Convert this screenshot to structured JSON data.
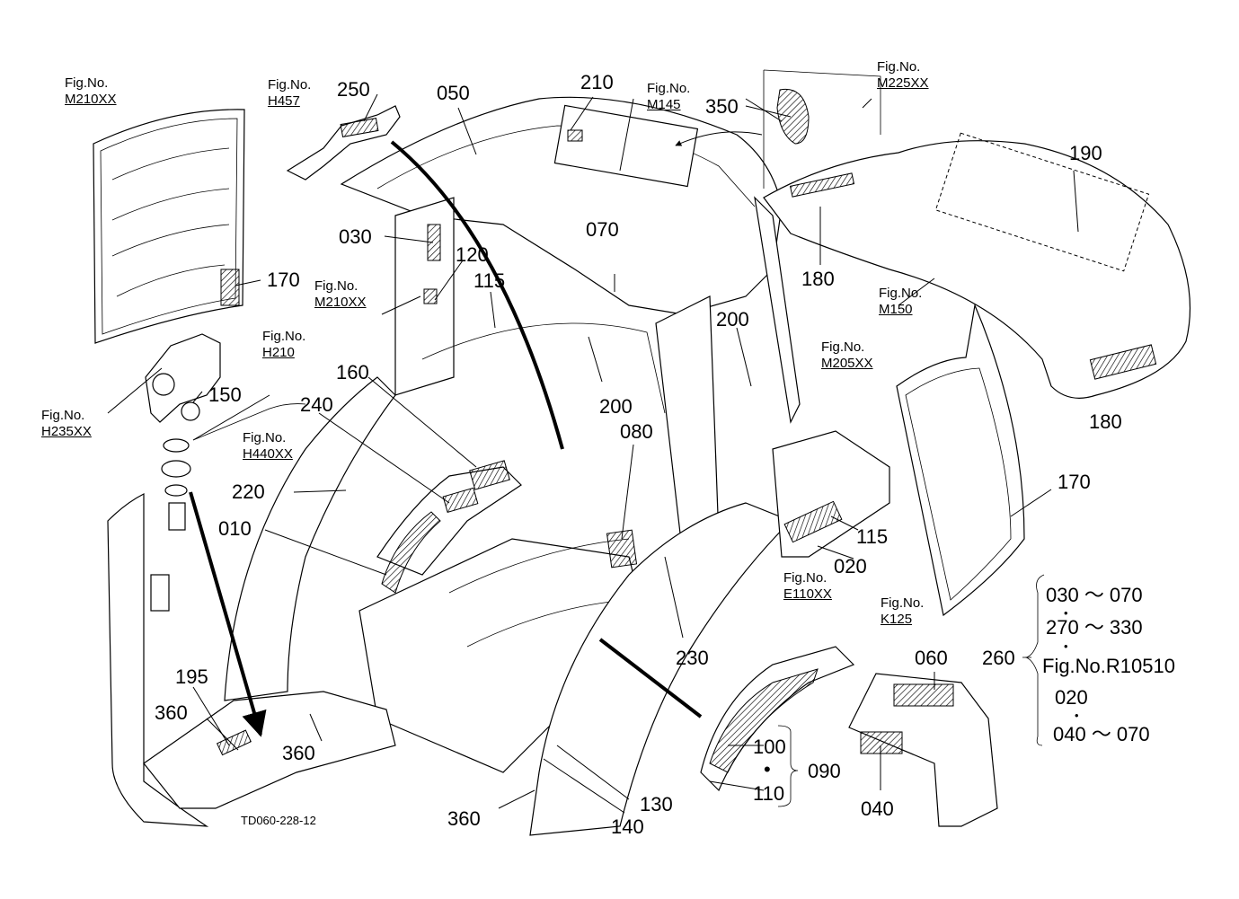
{
  "drawing_code": "TD060-228-12",
  "callouts": {
    "c010": "010",
    "c020": "020",
    "c030": "030",
    "c040": "040",
    "c050": "050",
    "c060": "060",
    "c070": "070",
    "c080": "080",
    "c090": "090",
    "c100": "100",
    "c110": "110",
    "c115a": "115",
    "c115b": "115",
    "c120": "120",
    "c130": "130",
    "c140": "140",
    "c150": "150",
    "c160": "160",
    "c170a": "170",
    "c170b": "170",
    "c180a": "180",
    "c180b": "180",
    "c190": "190",
    "c195": "195",
    "c200a": "200",
    "c200b": "200",
    "c210": "210",
    "c220": "220",
    "c230": "230",
    "c240": "240",
    "c250": "250",
    "c260": "260",
    "c350": "350",
    "c360a": "360",
    "c360b": "360",
    "c360c": "360"
  },
  "fig_refs": {
    "prefix": "Fig.No.",
    "m210_top": "M210XX",
    "h457": "H457",
    "m145": "M145",
    "m225": "M225XX",
    "m210_mid": "M210XX",
    "h210": "H210",
    "h235": "H235XX",
    "h440": "H440XX",
    "m150": "M150",
    "m205": "M205XX",
    "e110": "E110XX",
    "k125": "K125"
  },
  "kit_260": {
    "lines": [
      "030 ～ 070",
      "270 ～ 330",
      "Fig.No.R10510",
      "020",
      "040 ～ 070"
    ],
    "dot": "•"
  },
  "dot": "•"
}
